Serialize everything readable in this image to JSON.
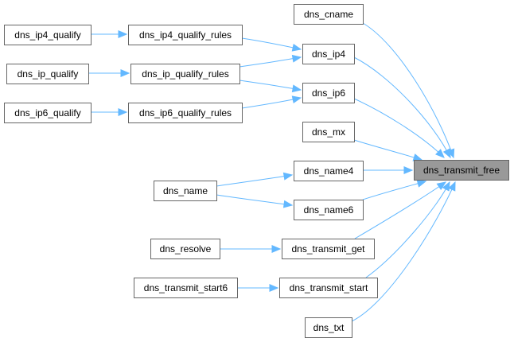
{
  "graph": {
    "nodes": [
      {
        "id": "dns_transmit_free",
        "label": "dns_transmit_free",
        "focus": true
      },
      {
        "id": "dns_cname",
        "label": "dns_cname"
      },
      {
        "id": "dns_ip4",
        "label": "dns_ip4"
      },
      {
        "id": "dns_ip6",
        "label": "dns_ip6"
      },
      {
        "id": "dns_mx",
        "label": "dns_mx"
      },
      {
        "id": "dns_name4",
        "label": "dns_name4"
      },
      {
        "id": "dns_name6",
        "label": "dns_name6"
      },
      {
        "id": "dns_transmit_get",
        "label": "dns_transmit_get"
      },
      {
        "id": "dns_transmit_start",
        "label": "dns_transmit_start"
      },
      {
        "id": "dns_txt",
        "label": "dns_txt"
      },
      {
        "id": "dns_ip4_qualify_rules",
        "label": "dns_ip4_qualify_rules"
      },
      {
        "id": "dns_ip_qualify_rules",
        "label": "dns_ip_qualify_rules"
      },
      {
        "id": "dns_ip6_qualify_rules",
        "label": "dns_ip6_qualify_rules"
      },
      {
        "id": "dns_ip4_qualify",
        "label": "dns_ip4_qualify"
      },
      {
        "id": "dns_ip_qualify",
        "label": "dns_ip_qualify"
      },
      {
        "id": "dns_ip6_qualify",
        "label": "dns_ip6_qualify"
      },
      {
        "id": "dns_name",
        "label": "dns_name"
      },
      {
        "id": "dns_resolve",
        "label": "dns_resolve"
      },
      {
        "id": "dns_transmit_start6",
        "label": "dns_transmit_start6"
      }
    ],
    "edges": [
      {
        "from": "dns_cname",
        "to": "dns_transmit_free"
      },
      {
        "from": "dns_ip4",
        "to": "dns_transmit_free"
      },
      {
        "from": "dns_ip6",
        "to": "dns_transmit_free"
      },
      {
        "from": "dns_mx",
        "to": "dns_transmit_free"
      },
      {
        "from": "dns_name4",
        "to": "dns_transmit_free"
      },
      {
        "from": "dns_name6",
        "to": "dns_transmit_free"
      },
      {
        "from": "dns_transmit_get",
        "to": "dns_transmit_free"
      },
      {
        "from": "dns_transmit_start",
        "to": "dns_transmit_free"
      },
      {
        "from": "dns_txt",
        "to": "dns_transmit_free"
      },
      {
        "from": "dns_ip4_qualify_rules",
        "to": "dns_ip4"
      },
      {
        "from": "dns_ip_qualify_rules",
        "to": "dns_ip4"
      },
      {
        "from": "dns_ip_qualify_rules",
        "to": "dns_ip6"
      },
      {
        "from": "dns_ip6_qualify_rules",
        "to": "dns_ip6"
      },
      {
        "from": "dns_ip4_qualify",
        "to": "dns_ip4_qualify_rules"
      },
      {
        "from": "dns_ip_qualify",
        "to": "dns_ip_qualify_rules"
      },
      {
        "from": "dns_ip6_qualify",
        "to": "dns_ip6_qualify_rules"
      },
      {
        "from": "dns_name",
        "to": "dns_name4"
      },
      {
        "from": "dns_name",
        "to": "dns_name6"
      },
      {
        "from": "dns_resolve",
        "to": "dns_transmit_get"
      },
      {
        "from": "dns_transmit_start6",
        "to": "dns_transmit_start"
      }
    ]
  },
  "colors": {
    "edge": "#63b8ff",
    "node_border": "#666666",
    "node_fill": "#ffffff",
    "focus_fill": "#999999",
    "text": "#000000"
  }
}
